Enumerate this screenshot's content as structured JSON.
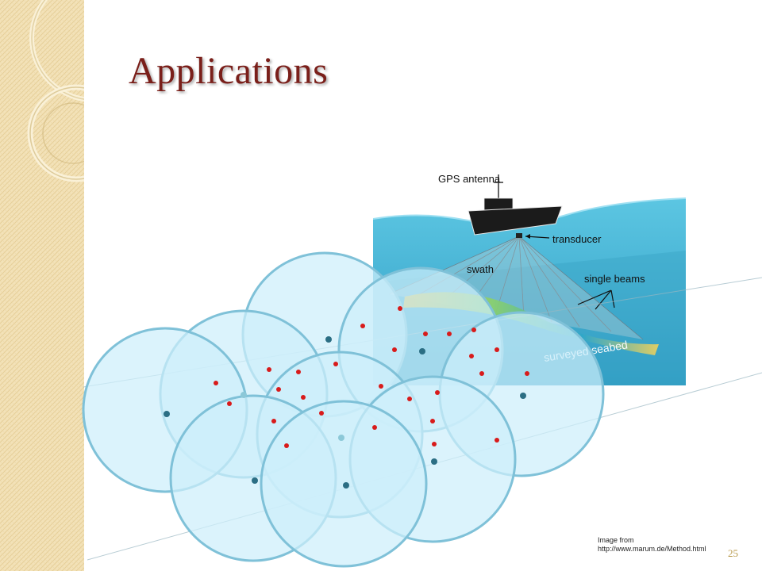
{
  "slide": {
    "title": "Applications",
    "page_number": "25"
  },
  "caption": {
    "line1": "Image from",
    "line2": "http://www.marum.de/Method.html"
  },
  "figure": {
    "labels": {
      "gps_antenna": "GPS antenna",
      "transducer": "transducer",
      "swath": "swath",
      "single_beams": "single beams",
      "surveyed_seabed": "surveyed seabed"
    }
  },
  "colors": {
    "title": "#7a1f1a",
    "sidebar_bg": "#f3e2b8",
    "circle_fill": "#cdeefb",
    "circle_stroke": "#7fc1d8",
    "node_dot": "#2b6e84",
    "event_dot": "#d81b1b",
    "water": "#5fc8e3"
  }
}
